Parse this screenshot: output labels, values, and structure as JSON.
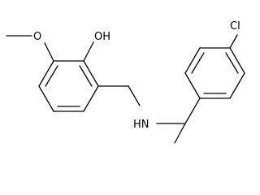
{
  "molecule": {
    "atoms": {
      "hydroxyl": "OH",
      "methoxy_oxygen": "O",
      "amine": "HN",
      "chlorine": "Cl"
    },
    "colors": {
      "bond": "#000000",
      "background": "#ffffff"
    }
  }
}
